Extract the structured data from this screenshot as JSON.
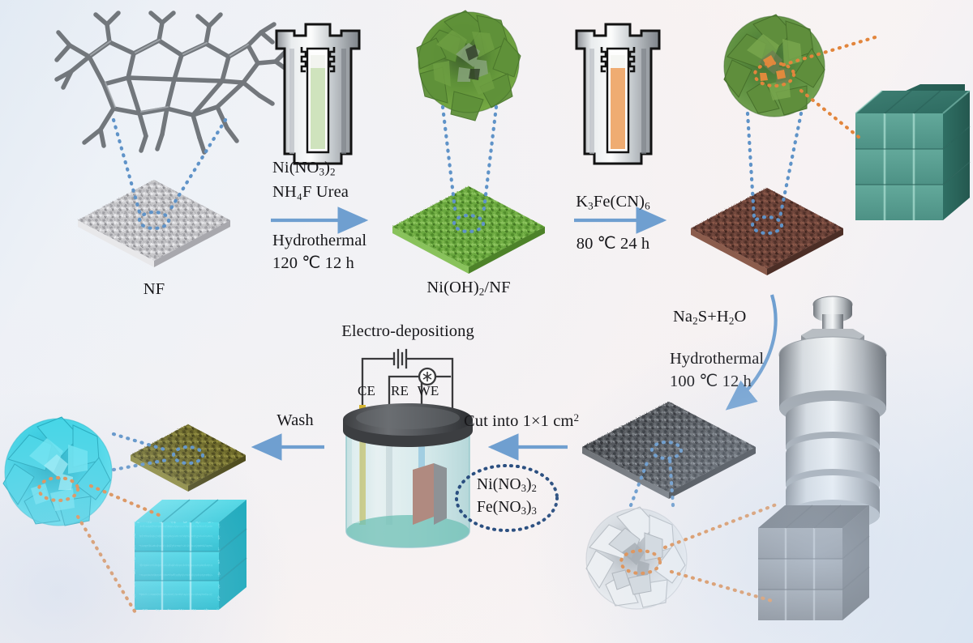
{
  "figure": {
    "kind": "synthesis-scheme",
    "background_color": "#f4f1f3",
    "accent_arrow_color": "#6f9fd0",
    "callout_blue": "#5f93c8",
    "callout_orange": "#e2853c"
  },
  "steps": {
    "step1": {
      "reagents_line1": "Ni(NO",
      "reagents_line1_sub": "3",
      "reagents_line1_tail": ")",
      "reagents_line1_sub2": "2",
      "reagents_line2": "NH₄F Urea",
      "condition_line1": "Hydrothermal",
      "condition_line2": "120 ℃ 12 h",
      "reagents_full": "Ni(NO3)2 NH4F Urea"
    },
    "step2": {
      "reagent": "K₃Fe(CN)₆",
      "condition": "80 ℃ 24 h"
    },
    "step3": {
      "reagent": "Na₂S+H₂O",
      "condition_line1": "Hydrothermal",
      "condition_line2": "100 ℃ 12 h"
    },
    "step4": {
      "label": "Cut into 1×1 cm²"
    },
    "step5": {
      "title": "Electro-depositiong",
      "electrodes": [
        "CE",
        "RE",
        "WE"
      ],
      "bath_line1": "Ni(NO₃)₂",
      "bath_line2": "Fe(NO₃)₃"
    },
    "step6": {
      "label": "Wash"
    }
  },
  "materials": {
    "nf": "NF",
    "ni_oh_2_nf": "Ni(OH)₂/NF"
  },
  "objects": {
    "foam_skeleton": "nickel-foam-skeleton",
    "autoclave_green": "autoclave-cross-section-green",
    "autoclave_orange": "autoclave-cross-section-orange",
    "autoclave_reactor": "stainless-autoclave-reactor",
    "flower_green": "green-nanoflower",
    "flower_teal": "teal-green-nanoflower",
    "flower_white": "white-nanosheet-flower",
    "flower_cyan": "cyan-nanoflower",
    "cube_teal": "teal-cube-array",
    "cube_gray": "gray-cube-array",
    "cube_cyan": "cyan-cube-array",
    "plate_nf": "bare-nickel-foam-plate",
    "plate_green": "green-nickel-hydroxide-plate",
    "plate_brown": "brown-prussian-blue-plate",
    "plate_dark": "dark-sulfide-plate",
    "plate_olive": "olive-final-catalyst-plate",
    "cell": "three-electrode-cell"
  }
}
